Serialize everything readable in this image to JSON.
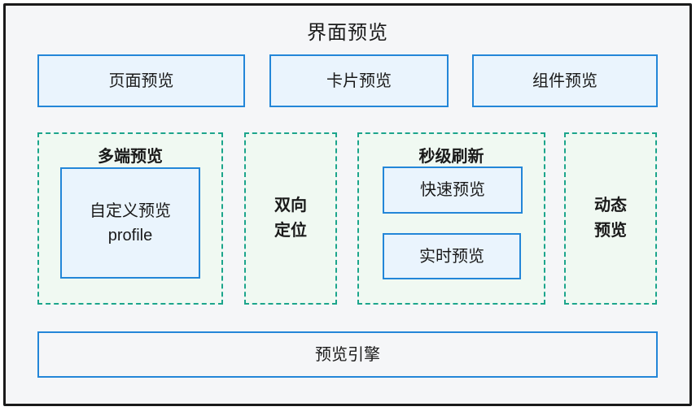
{
  "colors": {
    "outer_border": "#1A1A1A",
    "canvas_background": "#F5F6F8",
    "node_border_blue": "#2386D8",
    "node_fill_blue": "#EAF4FD",
    "group_border_green": "#1CA58C",
    "group_fill_green": "#F0F9F2"
  },
  "diagram": {
    "title": "界面预览",
    "top_row": [
      {
        "label": "页面预览"
      },
      {
        "label": "卡片预览"
      },
      {
        "label": "组件预览"
      }
    ],
    "groups": {
      "multi_device": {
        "title": "多端预览",
        "children": [
          {
            "label": "自定义预览\nprofile"
          }
        ]
      },
      "bidirectional_locate": {
        "label": "双向\n定位"
      },
      "second_refresh": {
        "title": "秒级刷新",
        "children": [
          {
            "label": "快速预览"
          },
          {
            "label": "实时预览"
          }
        ]
      },
      "dynamic_preview": {
        "label": "动态\n预览"
      }
    },
    "bottom": {
      "label": "预览引擎"
    }
  }
}
